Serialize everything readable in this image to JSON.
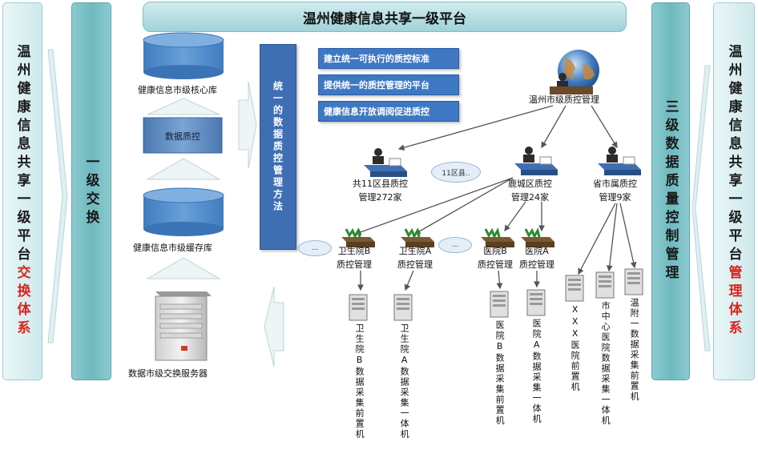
{
  "header": {
    "title": "温州健康信息共享一级平台"
  },
  "left_bar": {
    "lines_dark": "温州健康信息共享一级平台",
    "lines_red": "交换体系"
  },
  "exchange_bar": {
    "text": "一级交换"
  },
  "right_inner_bar": {
    "text": "三级数据质量控制管理"
  },
  "right_bar": {
    "lines_dark": "温州健康信息共享一级平台",
    "lines_red": "管理体系"
  },
  "stack": {
    "core_db": "健康信息市级核心库",
    "quality": "数据质控",
    "cache_db": "健康信息市级缓存库",
    "server": "数据市级交换服务器"
  },
  "method": {
    "text": "统一的数据质控管理方法"
  },
  "principles": [
    "建立统一可执行的质控标准",
    "提供统一的质控管理的平台",
    "健康信息开放调阅促进质控"
  ],
  "hierarchy": {
    "top": "温州市级质控管理",
    "county": {
      "line1": "共11区县质控",
      "line2": "管理272家"
    },
    "lucheng": {
      "line1": "鹿城区质控",
      "line2": "管理24家"
    },
    "provincial": {
      "line1": "省市属质控",
      "line2": "管理9家"
    },
    "cloud_label": "11区县..",
    "cloud_dots": "...",
    "wsy_b": {
      "line1": "卫生院B",
      "line2": "质控管理"
    },
    "wsy_a": {
      "line1": "卫生院A",
      "line2": "质控管理"
    },
    "yy_b": {
      "line1": "医院B",
      "line2": "质控管理"
    },
    "yy_a": {
      "line1": "医院A",
      "line2": "质控管理"
    }
  },
  "machines": [
    "卫生院B数据采集前置机",
    "卫生院A数据采集一体机",
    "医院B数据采集前置机",
    "医院A数据采集一体机",
    "XXX医院前置机",
    "市中心医院数据采集一体机",
    "温附一数据采集前置机"
  ],
  "colors": {
    "teal_bar": "#6fb9bf",
    "method_blue": "#3f6fb3",
    "box_blue": "#3f78c2",
    "db_blue": "#4a86c8",
    "red_text": "#d9251d"
  }
}
